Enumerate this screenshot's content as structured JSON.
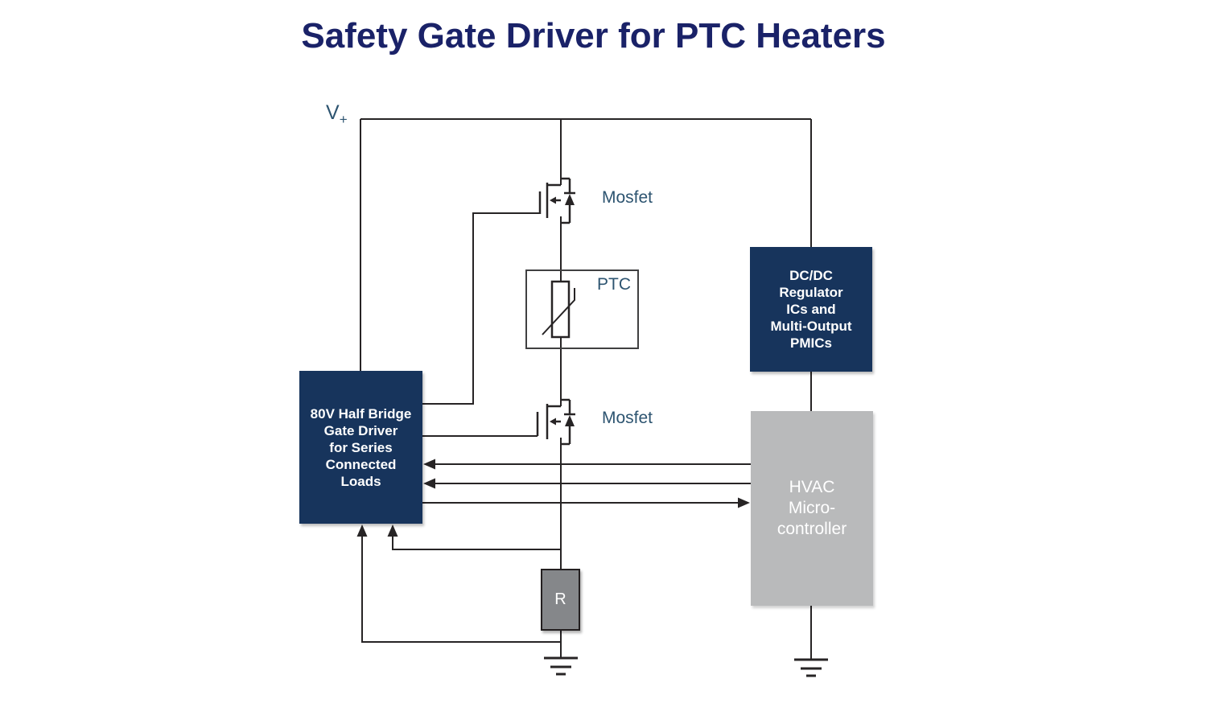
{
  "title": "Safety Gate Driver for PTC Heaters",
  "labels": {
    "v_plus": {
      "main": "V",
      "sub": "+"
    },
    "mosfet_top": "Mosfet",
    "mosfet_bottom": "Mosfet",
    "ptc": "PTC"
  },
  "blocks": {
    "gate_driver": {
      "label": "80V Half Bridge\nGate Driver\nfor Series\nConnected\nLoads"
    },
    "dcdc_regulator": {
      "label": "DC/DC\nRegulator\nICs and\nMulti-Output\nPMICs"
    },
    "hvac_mcu": {
      "label": "HVAC\nMicro-\ncontroller"
    },
    "resistor": {
      "label": "R"
    }
  },
  "colors": {
    "title_navy": "#1a2268",
    "block_navy": "#17345c",
    "label_steel_blue": "#2d5470",
    "hvac_gray": "#b9babb",
    "resistor_gray": "#85878a",
    "wire_black": "#272425"
  }
}
